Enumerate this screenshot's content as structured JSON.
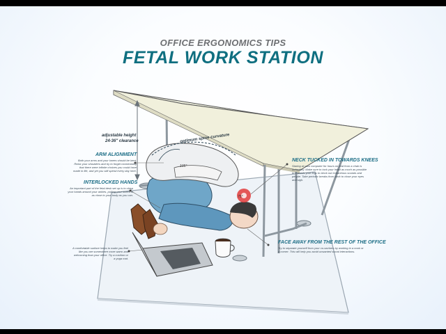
{
  "header": {
    "subtitle": "OFFICE ERGONOMICS TIPS",
    "title": "FETAL WORK STATION"
  },
  "annotations": {
    "height": {
      "label": "adjustable height",
      "clearance": "24-36\" clearance"
    },
    "spine": "optimum spine curvature",
    "angle_1": "105°",
    "angle_2": "75°",
    "arm": {
      "title": "ARM ALIGNMENT",
      "text": "Both your arms and your knees should be bent. Relax your shoulders and try to forget momentarily that there were infinite choices you could have made in life, and yet you still spend every day here."
    },
    "hands": {
      "title": "INTERLOCKED HANDS",
      "text": "An important part of the fetal desk set up is to clasp your hands around your ankles, pulling your knees in as close to your body as you can."
    },
    "neck": {
      "title": "NECK TUCKED IN TOWARDS KNEES",
      "text": "Staring at your computer for hours on end from a chair is unhealthy. Make sure to tuck your head as much as possible to towards your legs to block out extraneous sounds and people. Take periodic breaks from work to close your eyes and sigh."
    },
    "face": {
      "title": "FACE AWAY FROM THE REST OF THE OFFICE",
      "text": "Try to separate yourself from your co-workers by working in a nook or a corner. This will help you avoid unwanted social interactions."
    },
    "surface": "A comfortable surface helps to make you feel like you are somewhere more warm and welcoming than your office. Try a cushion or a yoga mat."
  }
}
